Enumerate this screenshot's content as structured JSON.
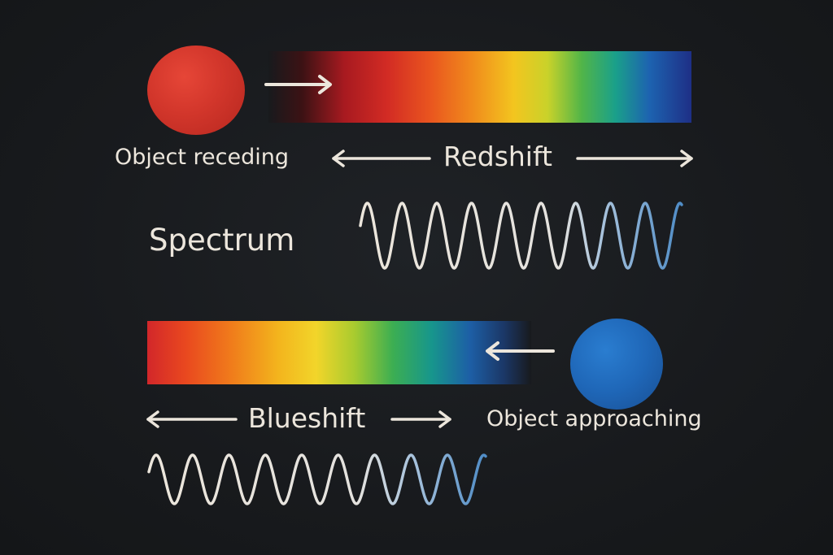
{
  "labels": {
    "object_receding": "Object receding",
    "redshift": "Redshift",
    "spectrum": "Spectrum",
    "blueshift": "Blueshift",
    "object_approaching": "Object approaching"
  },
  "colors": {
    "background": "#181a1d",
    "text": "#ece6dc",
    "receding_object": "#d2362b",
    "approaching_object": "#1f67b8",
    "wave_cream": "#ece6dc",
    "wave_blue": "#5b93c9"
  },
  "icons": {
    "motion_arrow_receding": "arrow-right-icon",
    "motion_arrow_approaching": "arrow-left-icon",
    "span_arrows": "double-arrow-icon"
  }
}
